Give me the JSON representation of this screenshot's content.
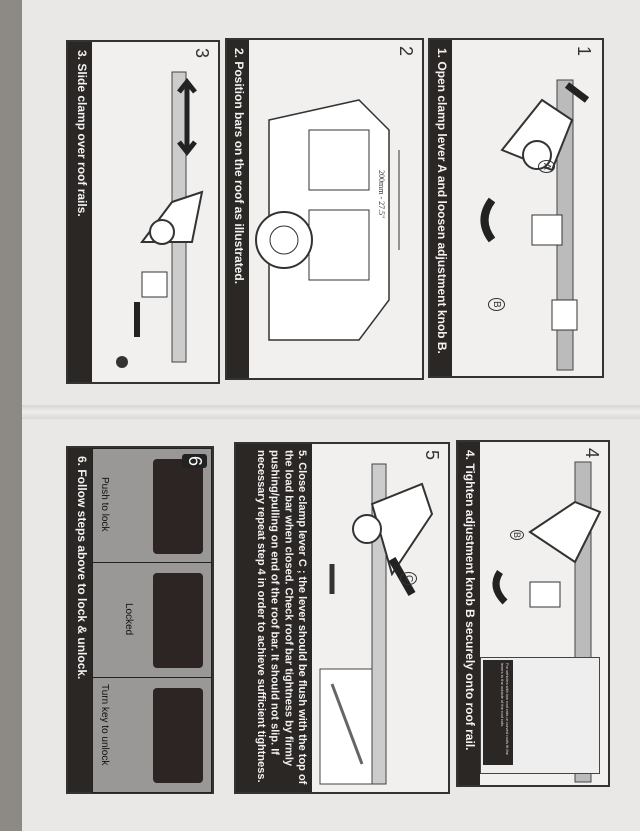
{
  "panels": {
    "p1": {
      "number": "1",
      "caption": "1. Open clamp lever A and loosen adjustment knob B.",
      "label_a": "A",
      "label_b": "B"
    },
    "p2": {
      "number": "2",
      "caption": "2. Position bars on the roof as illustrated.",
      "dimension": "200mm - 27.5\""
    },
    "p3": {
      "number": "3",
      "caption": "3. Slide clamp over roof rails."
    },
    "p4": {
      "number": "4",
      "caption": "4. Tighten adjustment knob B securely onto roof rail.",
      "label_b": "B",
      "note": "For vehicles with low roof rails or curved roofs fit the levers to the outside of the roof rails"
    },
    "p5": {
      "number": "5",
      "caption": "5. Close clamp lever C ; the lever should be flush with the top of the load bar when closed. Check roof bar tightness by firmly pushing/pulling on end of the roof bar. It should not slip. If necessary repeat step 4 in order to achieve sufficient tightness.",
      "label_c": "C"
    },
    "p6": {
      "number": "6",
      "caption": "6. Follow steps above to lock & unlock.",
      "photos": [
        "Push to lock",
        "Locked",
        "Turn key to unlock"
      ]
    }
  }
}
